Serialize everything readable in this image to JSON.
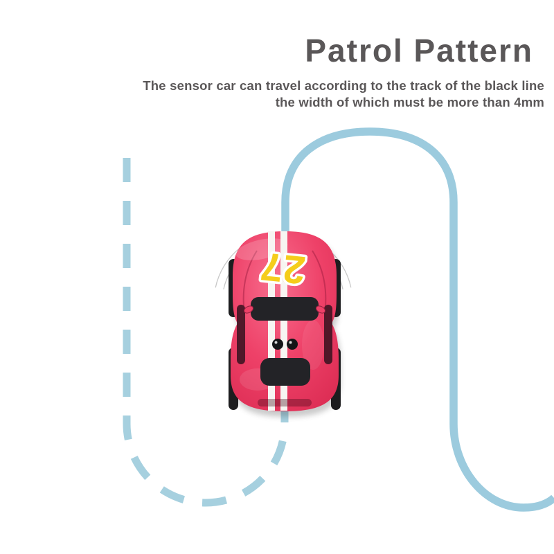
{
  "header": {
    "title": "Patrol Pattern",
    "subtitle_line1": "The sensor car can travel according to the track of the black line",
    "subtitle_line2": "the width of which must be more than 4mm"
  },
  "car": {
    "number": "27"
  },
  "colors": {
    "text_gray": "#5a5758",
    "track_blue": "#a6d0df",
    "track_blue_solid": "#9ccbde",
    "wave_gray": "#c8c8c8",
    "car_pink_light": "#f76e8e",
    "car_pink": "#ee4168",
    "car_pink_dark": "#d92950",
    "number_yellow": "#f5cd1b",
    "detail_black": "#232327"
  }
}
